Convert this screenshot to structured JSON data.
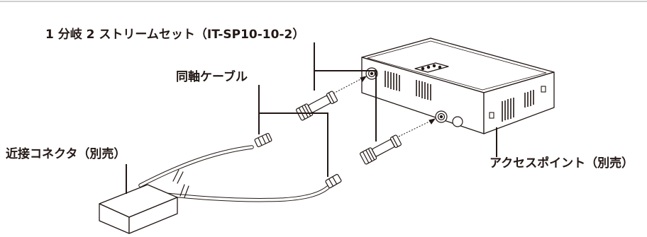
{
  "labels": {
    "splitter_set": "1 分岐 2 ストリームセット（IT-SP10-10-2）",
    "coax_cable": "同軸ケーブル",
    "proximity_connector": "近接コネクタ（別売）",
    "access_point": "アクセスポイント（別売）"
  }
}
